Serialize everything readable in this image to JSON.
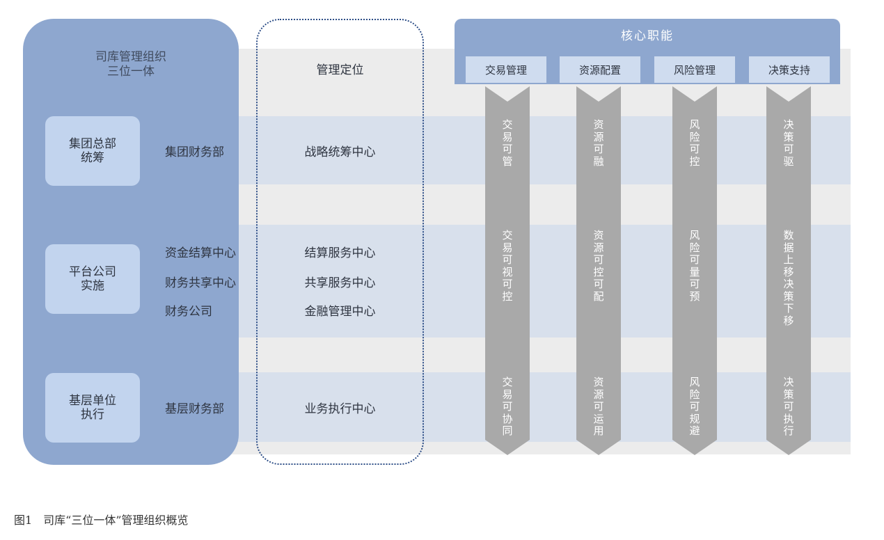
{
  "left": {
    "title_line1": "司库管理组织",
    "title_line2": "三位一体",
    "levels": [
      {
        "line1": "集团总部",
        "line2": "统筹",
        "depts": [
          "集团财务部"
        ]
      },
      {
        "line1": "平台公司",
        "line2": "实施",
        "depts": [
          "资金结算中心",
          "财务共享中心",
          "财务公司"
        ]
      },
      {
        "line1": "基层单位",
        "line2": "执行",
        "depts": [
          "基层财务部"
        ]
      }
    ]
  },
  "positioning": {
    "title": "管理定位",
    "items": [
      "战略统筹中心",
      "结算服务中心",
      "共享服务中心",
      "金融管理中心",
      "业务执行中心"
    ]
  },
  "core": {
    "title": "核心职能",
    "tabs": [
      "交易管理",
      "资源配置",
      "风险管理",
      "决策支持"
    ],
    "cells": [
      [
        "交易可管",
        "资源可融",
        "风险可控",
        "决策可驱"
      ],
      [
        "交易可视可控",
        "资源可控可配",
        "风险可量可预",
        "数据上移决策下移"
      ],
      [
        "交易可协同",
        "资源可运用",
        "风险可规避",
        "决策可执行"
      ]
    ]
  },
  "caption": "图1　司库“三位一体”管理组织概览",
  "colors": {
    "panel": "#8ea7cf",
    "box": "#c2d4ee",
    "band": "#d8e0ec",
    "arrow": "#a9a9a9",
    "frame": "#2b4c86"
  }
}
